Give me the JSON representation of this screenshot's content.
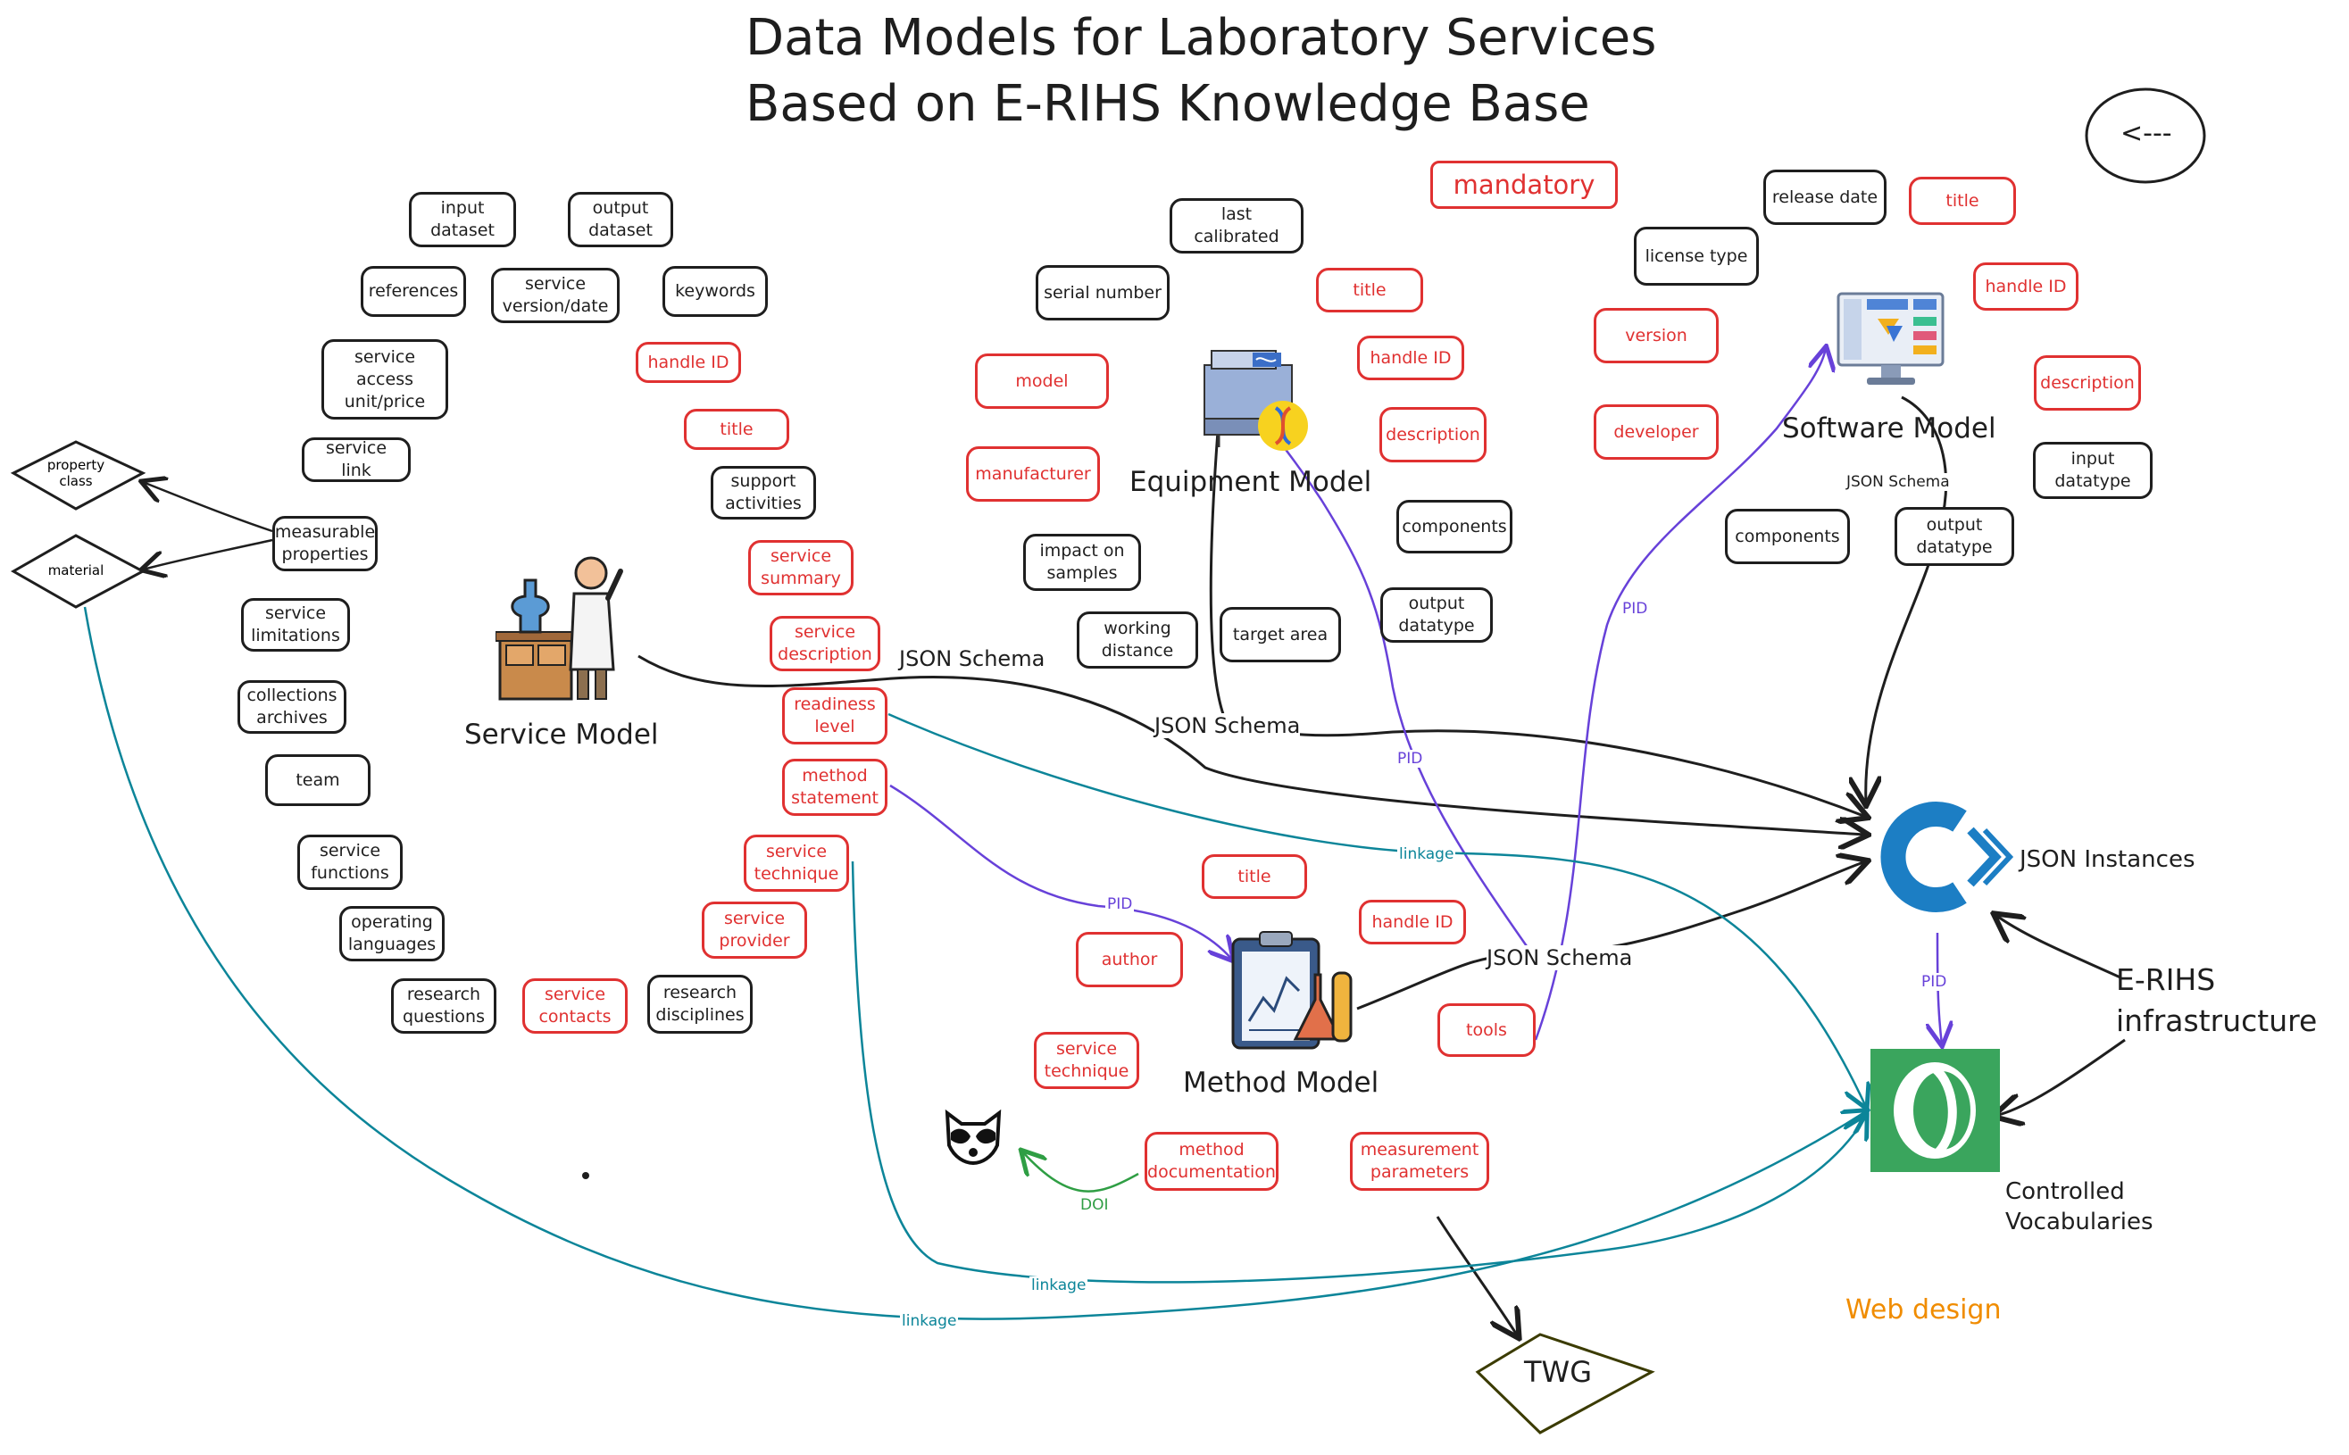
{
  "title": {
    "line1": "Data Models for Laboratory Services",
    "line2": "Based on E-RIHS Knowledge Base"
  },
  "back_button": "<---",
  "legend": {
    "mandatory": "mandatory"
  },
  "models": {
    "service": "Service Model",
    "equipment": "Equipment Model",
    "software": "Software Model",
    "method": "Method Model"
  },
  "targets": {
    "json_instances": "JSON Instances",
    "controlled_vocabularies": "Controlled\nVocabularies",
    "erihs_infrastructure": "E-RIHS\ninfrastructure",
    "twg": "TWG",
    "web_design": "Web design"
  },
  "edge_labels": {
    "json_schema": "JSON Schema",
    "pid": "PID",
    "linkage": "linkage",
    "doi": "DOI"
  },
  "diamonds": {
    "property_class": "property\nclass",
    "material": "material"
  },
  "service_attributes": [
    {
      "id": "input-dataset",
      "text": "input\ndataset",
      "mandatory": false
    },
    {
      "id": "output-dataset",
      "text": "output\ndataset",
      "mandatory": false
    },
    {
      "id": "references",
      "text": "references",
      "mandatory": false
    },
    {
      "id": "service-version-date",
      "text": "service\nversion/date",
      "mandatory": false
    },
    {
      "id": "keywords",
      "text": "keywords",
      "mandatory": false
    },
    {
      "id": "service-access-unit-price",
      "text": "service\naccess\nunit/price",
      "mandatory": false
    },
    {
      "id": "handle-id",
      "text": "handle ID",
      "mandatory": true
    },
    {
      "id": "title",
      "text": "title",
      "mandatory": true
    },
    {
      "id": "service-link",
      "text": "service link",
      "mandatory": false
    },
    {
      "id": "support-activities",
      "text": "support\nactivities",
      "mandatory": false
    },
    {
      "id": "measurable-properties",
      "text": "measurable\nproperties",
      "mandatory": false
    },
    {
      "id": "service-summary",
      "text": "service\nsummary",
      "mandatory": true
    },
    {
      "id": "service-limitations",
      "text": "service\nlimitations",
      "mandatory": false
    },
    {
      "id": "service-description",
      "text": "service\ndescription",
      "mandatory": true
    },
    {
      "id": "readiness-level",
      "text": "readiness\nlevel",
      "mandatory": true
    },
    {
      "id": "collections-archives",
      "text": "collections\narchives",
      "mandatory": false
    },
    {
      "id": "method-statement",
      "text": "method\nstatement",
      "mandatory": true
    },
    {
      "id": "team",
      "text": "team",
      "mandatory": false
    },
    {
      "id": "service-technique",
      "text": "service\ntechnique",
      "mandatory": true
    },
    {
      "id": "service-functions",
      "text": "service\nfunctions",
      "mandatory": false
    },
    {
      "id": "service-provider",
      "text": "service\nprovider",
      "mandatory": true
    },
    {
      "id": "operating-languages",
      "text": "operating\nlanguages",
      "mandatory": false
    },
    {
      "id": "research-questions",
      "text": "research\nquestions",
      "mandatory": false
    },
    {
      "id": "service-contacts",
      "text": "service\ncontacts",
      "mandatory": true
    },
    {
      "id": "research-disciplines",
      "text": "research\ndisciplines",
      "mandatory": false
    }
  ],
  "equipment_attributes": [
    {
      "id": "last-calibrated",
      "text": "last\ncalibrated",
      "mandatory": false
    },
    {
      "id": "serial-number",
      "text": "serial number",
      "mandatory": false
    },
    {
      "id": "title",
      "text": "title",
      "mandatory": true
    },
    {
      "id": "model",
      "text": "model",
      "mandatory": true
    },
    {
      "id": "handle-id",
      "text": "handle ID",
      "mandatory": true
    },
    {
      "id": "description",
      "text": "description",
      "mandatory": true
    },
    {
      "id": "manufacturer",
      "text": "manufacturer",
      "mandatory": true
    },
    {
      "id": "components",
      "text": "components",
      "mandatory": false
    },
    {
      "id": "impact-on-samples",
      "text": "impact on\nsamples",
      "mandatory": false
    },
    {
      "id": "output-datatype",
      "text": "output\ndatatype",
      "mandatory": false
    },
    {
      "id": "working-distance",
      "text": "working\ndistance",
      "mandatory": false
    },
    {
      "id": "target-area",
      "text": "target area",
      "mandatory": false
    }
  ],
  "software_attributes": [
    {
      "id": "release-date",
      "text": "release date",
      "mandatory": false
    },
    {
      "id": "title",
      "text": "title",
      "mandatory": true
    },
    {
      "id": "license-type",
      "text": "license type",
      "mandatory": false
    },
    {
      "id": "handle-id",
      "text": "handle ID",
      "mandatory": true
    },
    {
      "id": "version",
      "text": "version",
      "mandatory": true
    },
    {
      "id": "description",
      "text": "description",
      "mandatory": true
    },
    {
      "id": "developer",
      "text": "developer",
      "mandatory": true
    },
    {
      "id": "input-datatype",
      "text": "input\ndatatype",
      "mandatory": false
    },
    {
      "id": "components",
      "text": "components",
      "mandatory": false
    },
    {
      "id": "output-datatype",
      "text": "output\ndatatype",
      "mandatory": false
    }
  ],
  "method_attributes": [
    {
      "id": "title",
      "text": "title",
      "mandatory": true
    },
    {
      "id": "handle-id",
      "text": "handle ID",
      "mandatory": true
    },
    {
      "id": "author",
      "text": "author",
      "mandatory": true
    },
    {
      "id": "tools",
      "text": "tools",
      "mandatory": true
    },
    {
      "id": "service-technique",
      "text": "service\ntechnique",
      "mandatory": true
    },
    {
      "id": "method-documentation",
      "text": "method\ndocumentation",
      "mandatory": true
    },
    {
      "id": "measurement-parameters",
      "text": "measurement\nparameters",
      "mandatory": true
    }
  ],
  "colors": {
    "mandatory": "#e03131",
    "optional": "#1e1e1e",
    "pid": "#6741d9",
    "linkage": "#0c8599",
    "doi": "#2f9e44",
    "web_design": "#f08c00",
    "vocab_green": "#3aa55d",
    "json_blue": "#1c7ec4"
  }
}
